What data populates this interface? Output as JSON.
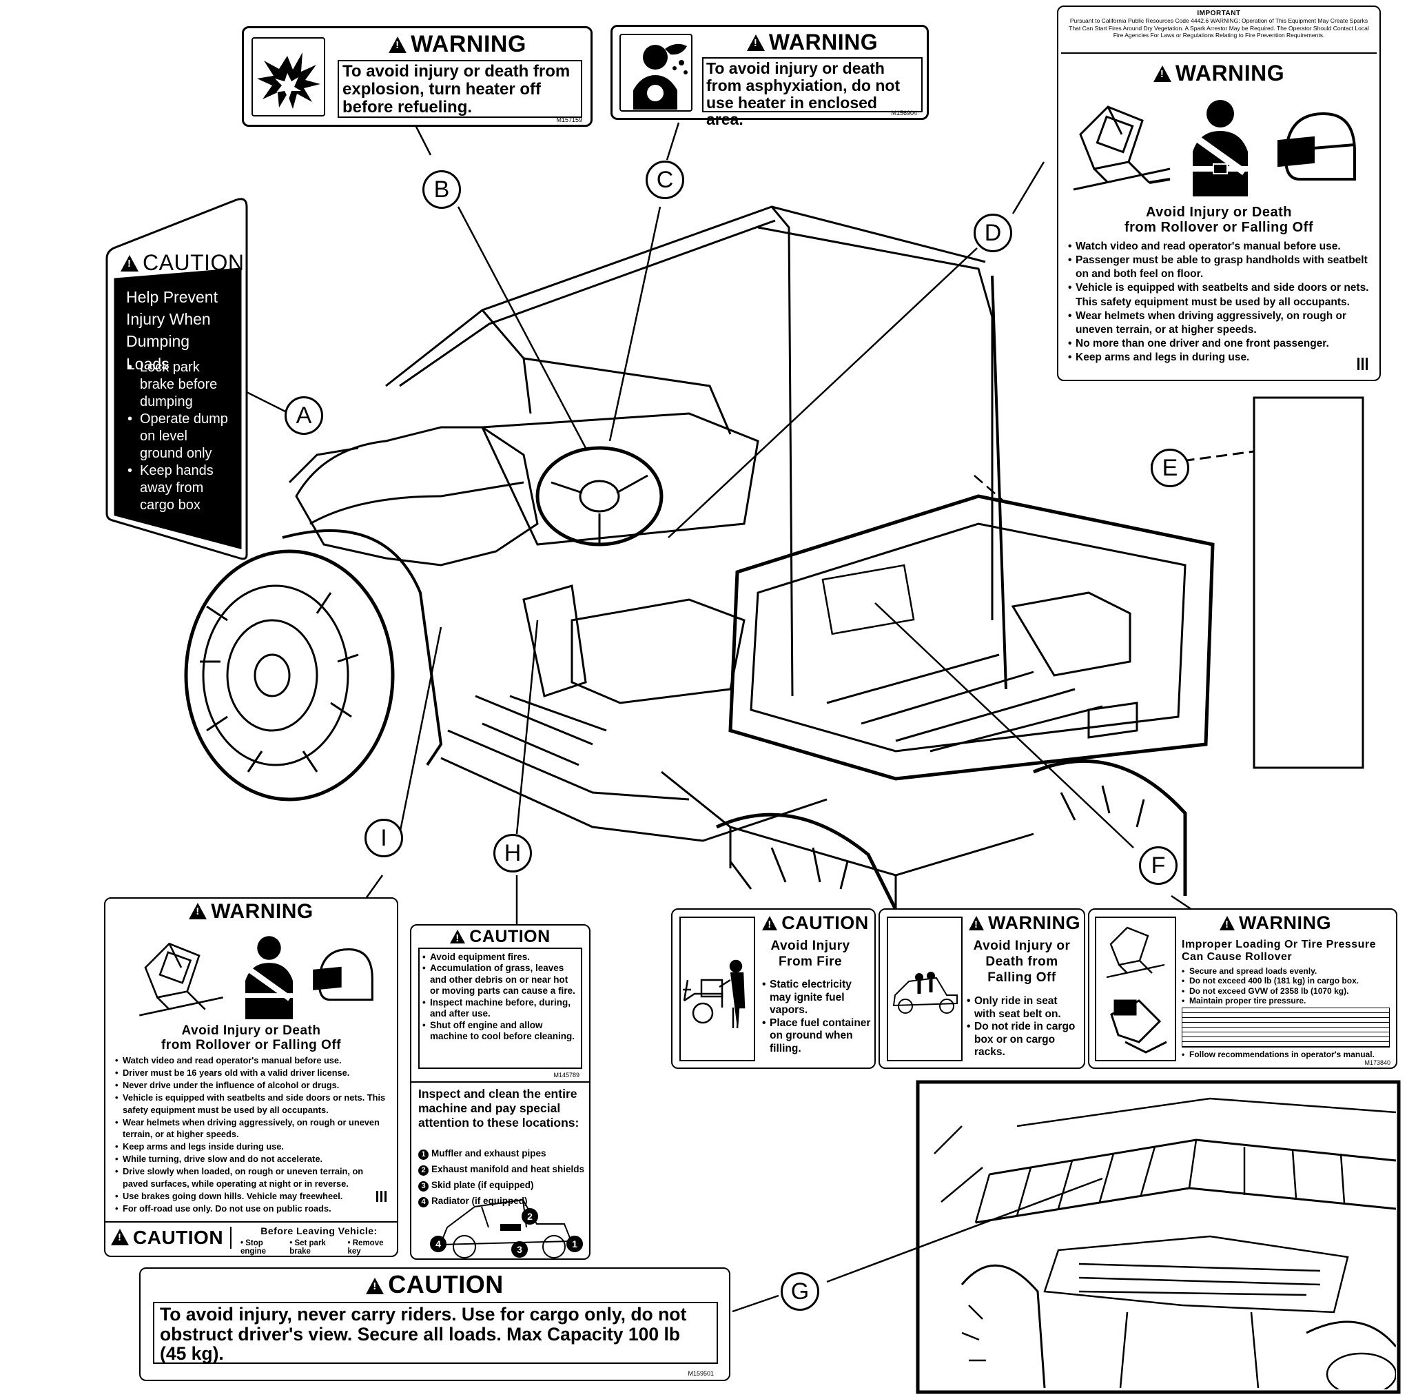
{
  "decal_b": {
    "header": "WARNING",
    "text": "To avoid injury or death from explosion, turn heater off before refueling.",
    "code": "M157159"
  },
  "decal_c": {
    "header": "WARNING",
    "text": "To avoid injury or death from asphyxiation,  do not use heater in enclosed area.",
    "code": "M156904"
  },
  "decal_d": {
    "important_title": "IMPORTANT",
    "important_text": "Pursuant to California Public Resources Code 4442.6 WARNING: Operation of This Equipment May Create Sparks That Can Start Fires Around Dry Vegetation. A Spark Arrestor May be Required. The Operator Should Contact Local Fire Agencies For Laws or Regulations Relating to Fire Prevention Requirements.",
    "header": "WARNING",
    "title1": "Avoid Injury or Death",
    "title2": "from Rollover or Falling Off",
    "bullets": [
      "Watch video and read operator's manual before use.",
      "Passenger must be able to grasp handholds with seatbelt on and both feel on floor.",
      "Vehicle is equipped with seatbelts and side doors or nets. This safety equipment must be used by all occupants.",
      "Wear helmets when driving aggressively, on rough or uneven terrain, or at higher speeds.",
      "No more than one driver and one front passenger.",
      "Keep arms and legs in during use."
    ]
  },
  "decal_a": {
    "header": "CAUTION",
    "title": "Help Prevent Injury When Dumping Loads",
    "bullets": [
      "Lock park brake before dumping",
      "Operate dump on level ground only",
      "Keep hands away from cargo box"
    ]
  },
  "decal_i": {
    "header": "WARNING",
    "title1": "Avoid Injury or Death",
    "title2": "from Rollover or Falling Off",
    "bullets": [
      "Watch video and read operator's manual before use.",
      "Driver must be 16 years old with a valid driver license.",
      "Never drive under the influence of alcohol or drugs.",
      "Vehicle is equipped with seatbelts and side doors or nets. This safety equipment must be used by all occupants.",
      "Wear helmets when driving aggressively, on rough or uneven terrain, or at higher speeds.",
      "Keep arms and legs inside during use.",
      "While turning, drive slow and do not accelerate.",
      "Drive slowly when loaded, on rough or uneven terrain, on paved surfaces, while operating at night or in reverse.",
      "Use brakes going down hills. Vehicle may freewheel.",
      "For off-road use only. Do not use on public roads."
    ],
    "caution_header": "CAUTION",
    "before_title": "Before Leaving Vehicle:",
    "before_items": [
      "Stop engine",
      "Set park brake",
      "Remove key"
    ]
  },
  "decal_h": {
    "header": "CAUTION",
    "bullets": [
      "Avoid equipment fires.",
      "Accumulation of grass, leaves and other debris on or near hot or moving parts can cause a fire.",
      "Inspect machine before, during, and after use.",
      "Shut off engine and allow machine to cool before cleaning."
    ],
    "code": "M145789",
    "inspect_title": "Inspect and clean the entire machine and pay special attention to these locations:",
    "locations": [
      {
        "num": "1",
        "text": "Muffler and exhaust pipes"
      },
      {
        "num": "2",
        "text": "Exhaust manifold and heat shields"
      },
      {
        "num": "3",
        "text": "Skid plate (if equipped)"
      },
      {
        "num": "4",
        "text": "Radiator (if equipped)"
      }
    ]
  },
  "decal_f1": {
    "header": "CAUTION",
    "title": "Avoid Injury From Fire",
    "bullets": [
      "Static electricity may ignite fuel vapors.",
      "Place fuel container on ground when filling."
    ]
  },
  "decal_f2": {
    "header": "WARNING",
    "title": "Avoid Injury or Death from Falling Off",
    "bullets": [
      "Only ride in seat with seat belt on.",
      "Do not ride in cargo box or on cargo racks."
    ]
  },
  "decal_f3": {
    "header": "WARNING",
    "title": "Improper Loading Or Tire Pressure Can Cause Rollover",
    "bullets": [
      "Secure and spread loads evenly.",
      "Do not exceed 400 lb (181 kg) in cargo box.",
      "Do not exceed GVW of 2358 lb (1070 kg).",
      "Maintain proper tire pressure."
    ],
    "footer": "Follow recommendations in operator's manual.",
    "code": "M173840"
  },
  "decal_g": {
    "header": "CAUTION",
    "text": "To avoid injury, never carry riders. Use for cargo only, do not obstruct driver's view. Secure all loads. Max Capacity 100 lb (45 kg).",
    "code": "M159501"
  },
  "callouts": [
    "A",
    "B",
    "C",
    "D",
    "E",
    "F",
    "G",
    "H",
    "I"
  ]
}
